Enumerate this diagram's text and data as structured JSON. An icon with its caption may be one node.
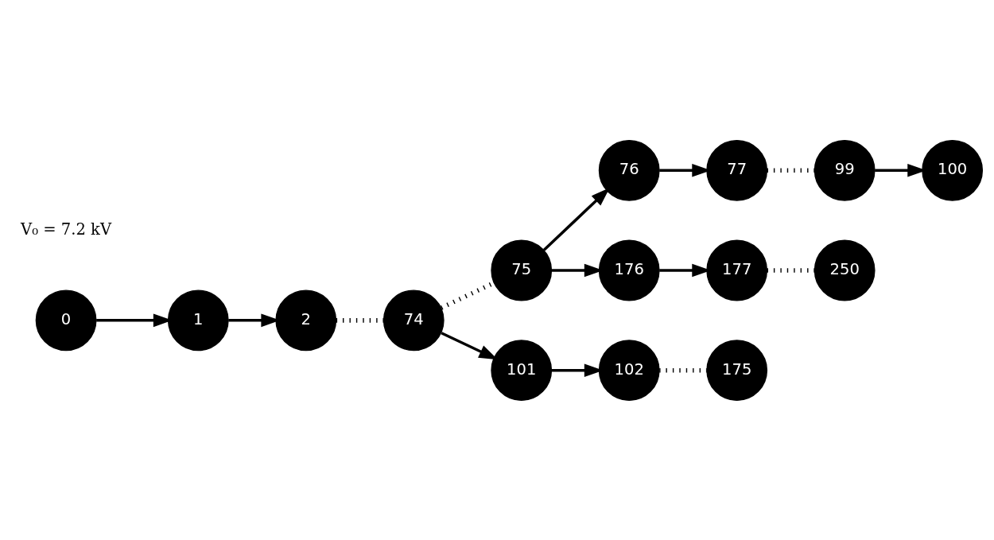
{
  "diagram": {
    "nodes": [
      {
        "text": [
          "0"
        ],
        "beside": [
          "V₀ = 7.2 kV"
        ]
      },
      {
        "text": [
          "1"
        ]
      },
      {
        "text": [
          "2"
        ]
      },
      {
        "text": [
          "74"
        ]
      },
      {
        "text": [
          "75"
        ]
      },
      {
        "text": [
          "76"
        ]
      },
      {
        "text": [
          "77"
        ]
      },
      {
        "text": [
          "99"
        ]
      },
      {
        "text": [
          "100"
        ]
      },
      {
        "text": [
          "101"
        ]
      },
      {
        "text": [
          "102"
        ]
      },
      {
        "text": [
          "175"
        ]
      },
      {
        "text": [
          "176"
        ]
      },
      {
        "text": [
          "177"
        ]
      },
      {
        "text": [
          "250"
        ]
      }
    ],
    "edges": [
      {
        "from": 0,
        "to": 1,
        "arrow": "to"
      },
      {
        "from": 1,
        "to": 2,
        "arrow": "to"
      },
      {
        "from": 2,
        "to": 3,
        "arrow": "none",
        "style": "dashed"
      },
      {
        "from": 3,
        "to": 4,
        "arrow": "none",
        "style": "dashed"
      },
      {
        "from": 4,
        "to": 5,
        "arrow": "to"
      },
      {
        "from": 5,
        "to": 6,
        "arrow": "to"
      },
      {
        "from": 6,
        "to": 7,
        "arrow": "none",
        "style": "dashed"
      },
      {
        "from": 7,
        "to": 8,
        "arrow": "to"
      },
      {
        "from": 3,
        "to": 9,
        "arrow": "to"
      },
      {
        "from": 9,
        "to": 10,
        "arrow": "to"
      },
      {
        "from": 10,
        "to": 11,
        "arrow": "none",
        "style": "dashed"
      },
      {
        "from": 4,
        "to": 12,
        "arrow": "to"
      },
      {
        "from": 12,
        "to": 13,
        "arrow": "to"
      },
      {
        "from": 13,
        "to": 14,
        "arrow": "none",
        "style": "dashed"
      }
    ]
  }
}
